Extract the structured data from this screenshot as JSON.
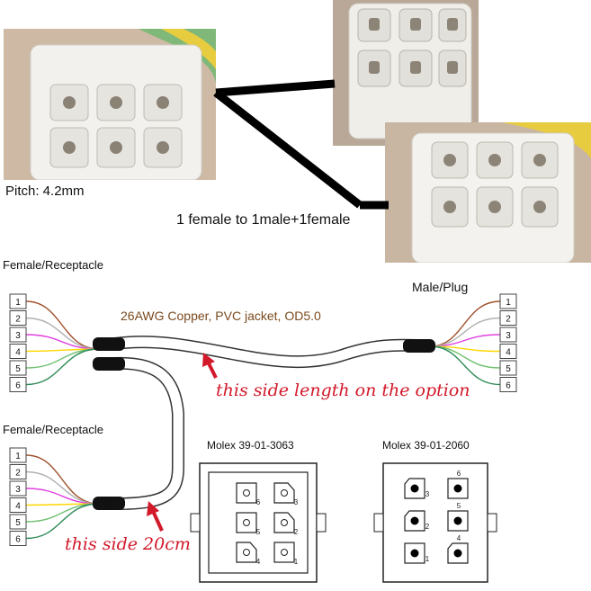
{
  "labels": {
    "pitch": "Pitch: 4.2mm",
    "subtitle": "1 female to 1male+1female",
    "female_top": "Female/Receptacle",
    "female_bottom": "Female/Receptacle",
    "male": "Male/Plug",
    "cable_spec": "26AWG Copper, PVC jacket, OD5.0",
    "note_length": "this side length on the option",
    "note_20cm": "this side 20cm"
  },
  "pins_female_top": [
    "1",
    "2",
    "3",
    "4",
    "5",
    "6"
  ],
  "pins_female_bottom": [
    "1",
    "2",
    "3",
    "4",
    "5",
    "6"
  ],
  "pins_male": [
    "1",
    "2",
    "3",
    "4",
    "5",
    "6"
  ],
  "wire_colors": [
    "#a0522d",
    "#b0b0b0",
    "#e040e0",
    "#ffd700",
    "#70c070",
    "#2e8b57"
  ],
  "molex_3063": {
    "title": "Molex 39-01-3063",
    "top_row": [
      "6",
      "3"
    ],
    "mid_row": [
      "5",
      "2"
    ],
    "bot_row": [
      "4",
      "1"
    ]
  },
  "molex_2060": {
    "title": "Molex 39-01-2060",
    "top_row": [
      "3",
      "6"
    ],
    "mid_row": [
      "2",
      "5"
    ],
    "bot_row": [
      "1",
      "4"
    ]
  },
  "colors": {
    "accent_red": "#d2192a",
    "cable_text": "#7a4a1e",
    "photo_background": "#e8d7c6"
  }
}
